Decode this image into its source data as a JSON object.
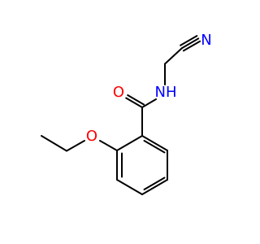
{
  "molecule": {
    "atoms": [
      {
        "id": "N1",
        "symbol": "N"
      },
      {
        "id": "O1",
        "symbol": "O"
      },
      {
        "id": "N2",
        "symbol": "N"
      },
      {
        "id": "O2",
        "symbol": "O"
      }
    ]
  },
  "colors": {
    "bond": "#000000",
    "nitrogen": "#0000ff",
    "oxygen": "#ff0000"
  }
}
